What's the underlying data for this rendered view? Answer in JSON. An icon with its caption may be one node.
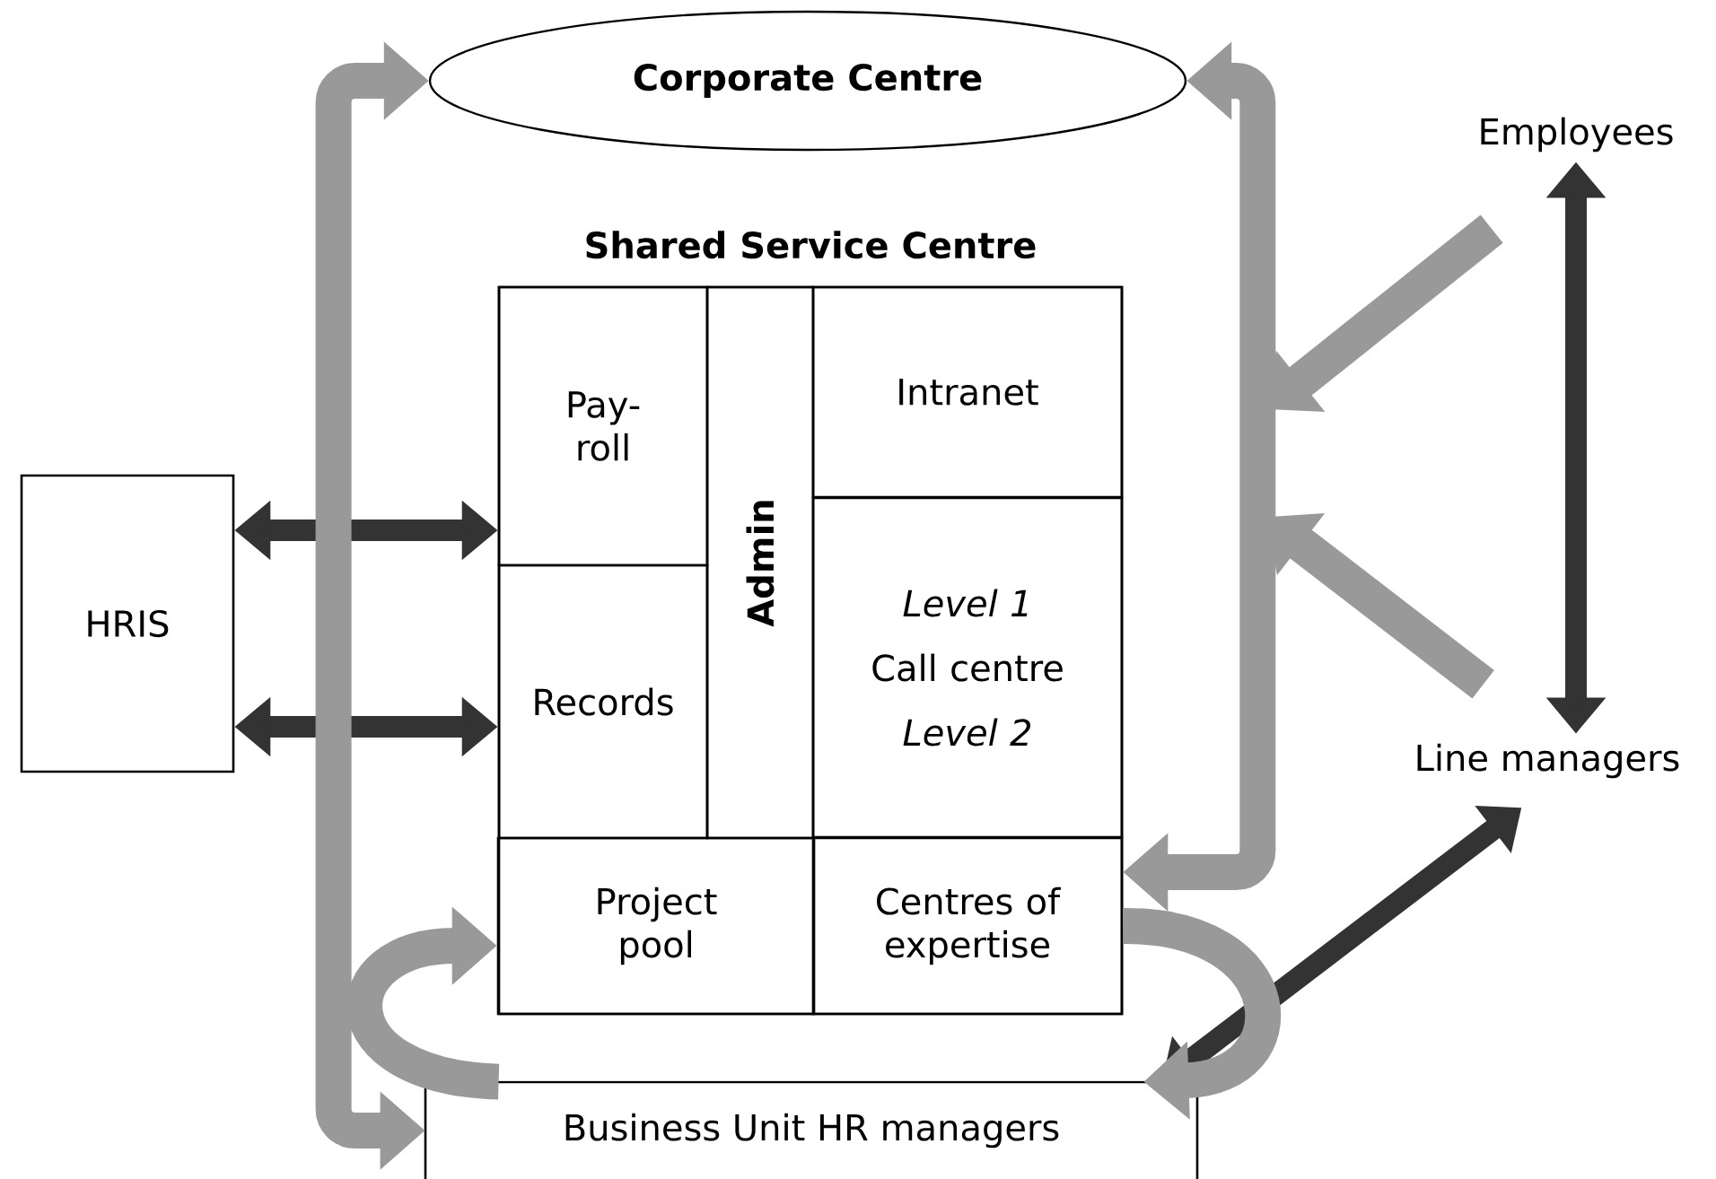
{
  "diagram": {
    "nodes": [
      {
        "text": [
          "Corporate Centre"
        ]
      },
      {
        "text": [
          "Shared Service Centre"
        ]
      },
      {
        "text": [
          "Pay-roll"
        ],
        "in": 1
      },
      {
        "text": [
          "Admin"
        ],
        "in": 1
      },
      {
        "text": [
          "Intranet"
        ],
        "in": 1
      },
      {
        "text": [
          "Records"
        ],
        "in": 1
      },
      {
        "text": [
          "Level 1",
          "Call centre",
          "Level 2"
        ],
        "in": 1
      },
      {
        "text": [
          "Project pool"
        ],
        "in": 1
      },
      {
        "text": [
          "Centres of expertise"
        ],
        "in": 1
      },
      {
        "text": [
          "HRIS"
        ]
      },
      {
        "text": [
          "Employees"
        ]
      },
      {
        "text": [
          "Line managers"
        ]
      },
      {
        "text": [
          "Business Unit HR managers"
        ]
      }
    ],
    "edges": [
      {
        "from": 9,
        "to": 2,
        "arrow": "both",
        "color": "#333333"
      },
      {
        "from": 9,
        "to": 5,
        "arrow": "both",
        "color": "#333333"
      },
      {
        "from": 10,
        "to": 11,
        "arrow": "both",
        "color": "#333333"
      },
      {
        "from": 11,
        "to": 12,
        "arrow": "both",
        "color": "#333333"
      },
      {
        "from": 10,
        "to": null,
        "arrow": "to"
      },
      {
        "from": 11,
        "to": null,
        "arrow": "to"
      },
      {
        "from": 0,
        "to": 12,
        "arrow": "both"
      },
      {
        "from": 0,
        "to": 8,
        "arrow": "both"
      },
      {
        "from": 8,
        "to": 12,
        "arrow": "to"
      },
      {
        "from": 12,
        "to": 7,
        "arrow": "to"
      }
    ]
  }
}
